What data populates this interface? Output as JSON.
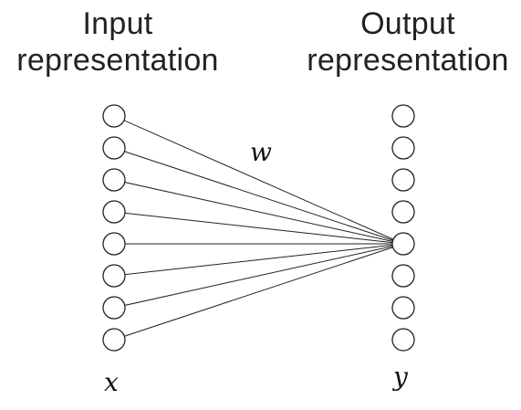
{
  "input_title": {
    "line1": "Input",
    "line2": "representation"
  },
  "output_title": {
    "line1": "Output",
    "line2": "representation"
  },
  "labels": {
    "weight": "w",
    "input_variable": "x",
    "output_variable": "y"
  },
  "network": {
    "input_nodes": 8,
    "output_nodes": 8,
    "highlighted_output_node": 5,
    "connections": "every input node to highlighted output node"
  }
}
